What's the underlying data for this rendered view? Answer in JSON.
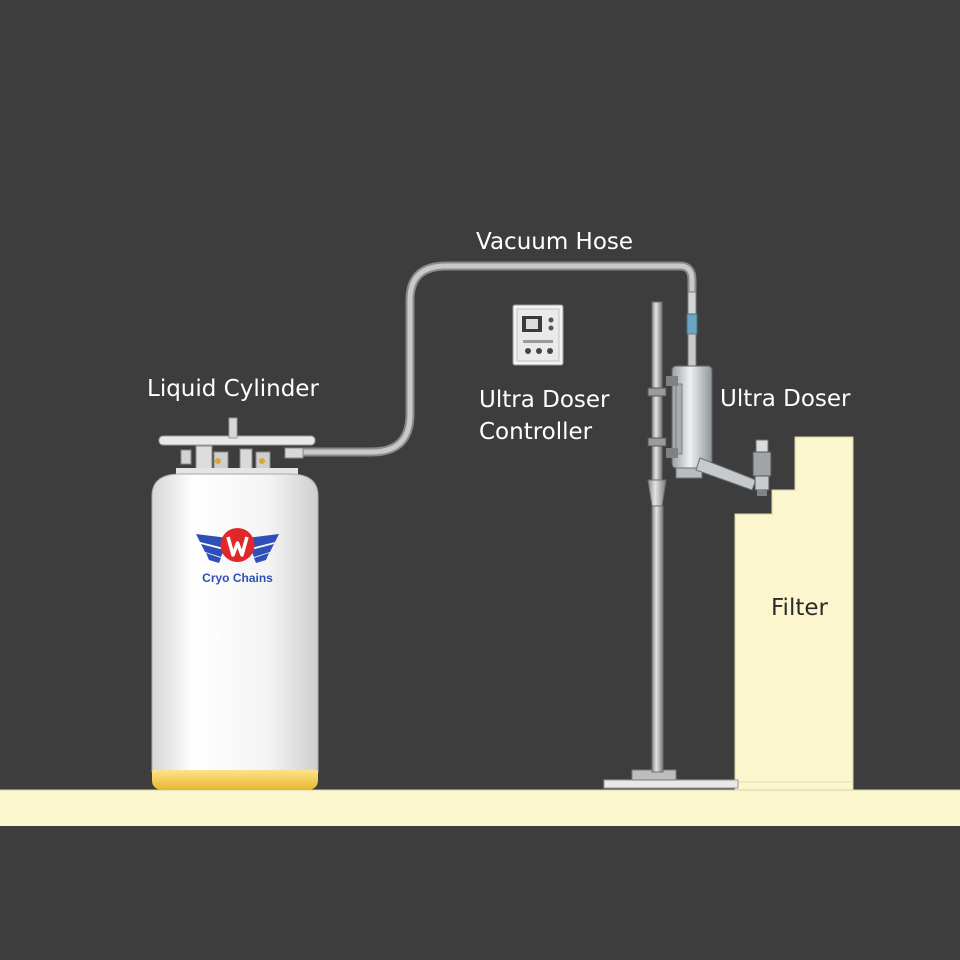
{
  "labels": {
    "vacuum_hose": "Vacuum Hose",
    "liquid_cylinder": "Liquid Cylinder",
    "ultra_doser_controller_line1": "Ultra Doser",
    "ultra_doser_controller_line2": "Controller",
    "ultra_doser": "Ultra Doser",
    "filter": "Filter"
  },
  "logo": {
    "text": "Cryo Chains",
    "letter": "W"
  },
  "colors": {
    "background": "#3d3d3d",
    "floor": "#fbf6cd",
    "filter": "#fbf6cd",
    "cylinder_body": "#f2f2f2",
    "cylinder_base": "#f1c94a",
    "logo_red": "#e0282a",
    "logo_blue": "#2f4fb8",
    "hose": "#bdbdbd"
  },
  "icons": [
    "logo-wings-icon",
    "controller-box-icon"
  ]
}
